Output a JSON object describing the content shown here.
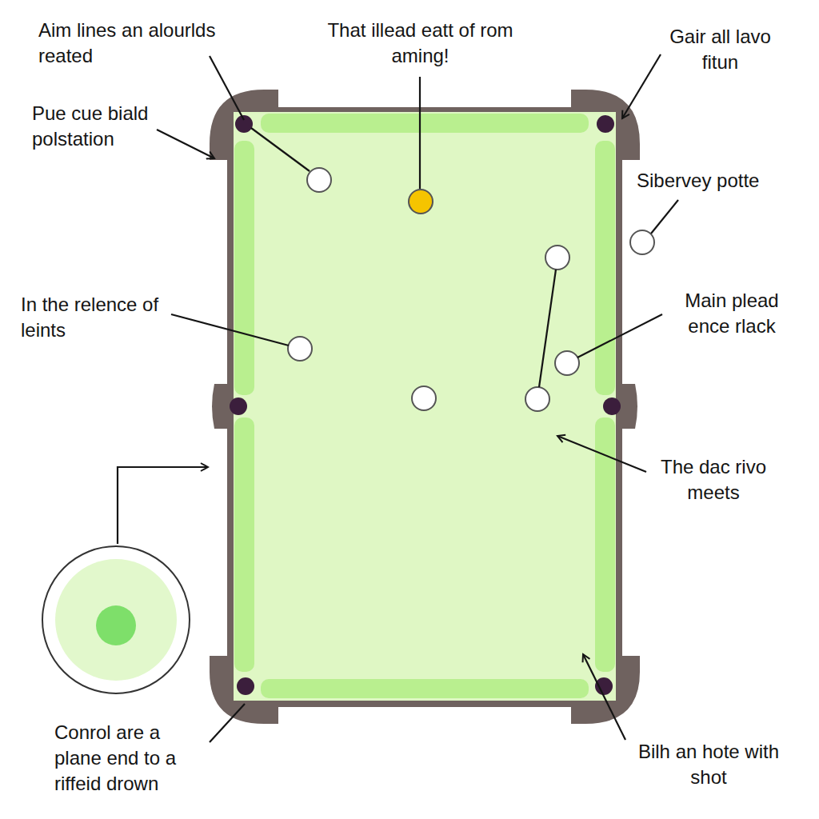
{
  "diagram": {
    "labels": [
      "Aim lines an alourlds reated",
      "That illead eatt of rom aming!",
      "Gair all lavo fitun",
      "Pue cue biald polstation",
      "Sibervey potte",
      "In the relence of leints",
      "Main plead ence rlack",
      "The dac rivo meets",
      "Conrol are a plane end to a riffeid drown",
      "Bilh an hote with shot"
    ]
  }
}
